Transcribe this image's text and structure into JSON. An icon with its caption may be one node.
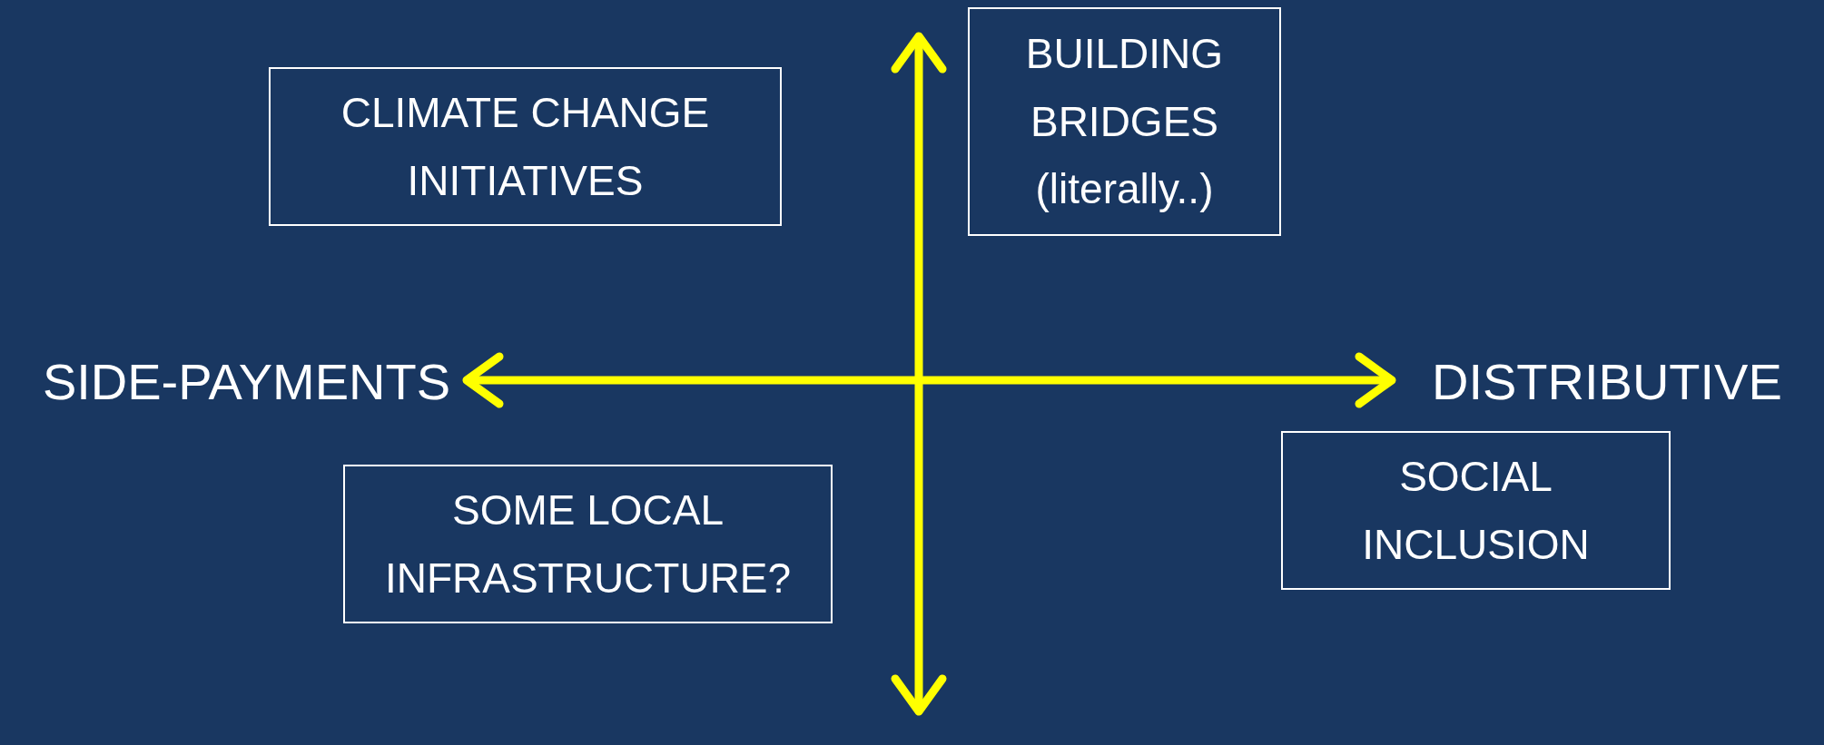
{
  "diagram": {
    "nodes": [
      {
        "text": [
          "BUILDING BRIDGES (literally..)"
        ]
      },
      {
        "text": [
          "CLIMATE CHANGE INITIATIVES"
        ]
      },
      {
        "text": [
          "SIDE-PAYMENTS"
        ]
      },
      {
        "text": [
          "DISTRIBUTIVE"
        ]
      },
      {
        "text": [
          "SOCIAL INCLUSION"
        ]
      },
      {
        "text": [
          "SOME LOCAL INFRASTRUCTURE?"
        ]
      }
    ],
    "edges": [
      {
        "from": 2,
        "to": 3,
        "arrow": "both"
      }
    ]
  }
}
